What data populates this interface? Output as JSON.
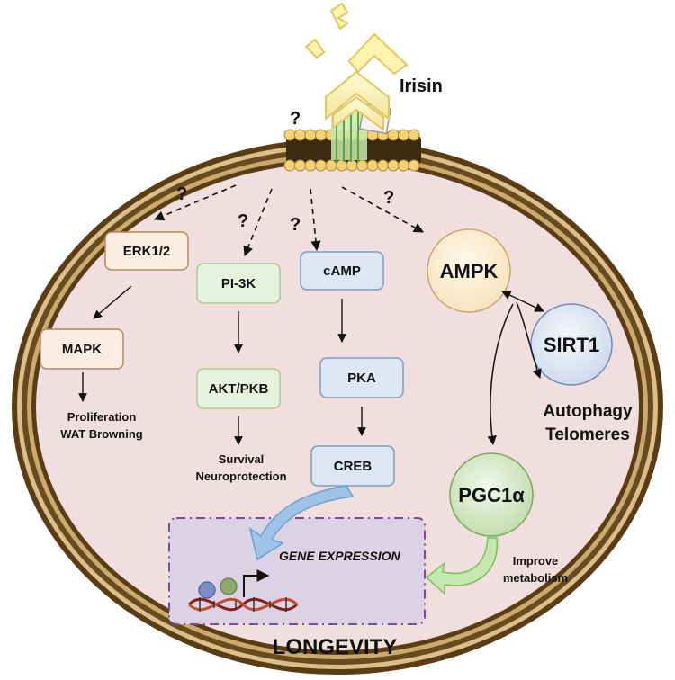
{
  "ligand": {
    "name": "Irisin"
  },
  "questions": [
    "?",
    "?",
    "?",
    "?",
    "?"
  ],
  "pathways": {
    "erk": {
      "top": "ERK1/2",
      "middle": "MAPK",
      "outcome_line1": "Proliferation",
      "outcome_line2": "WAT Browning"
    },
    "pi3k": {
      "top": "PI-3K",
      "middle": "AKT/PKB",
      "outcome_line1": "Survival",
      "outcome_line2": "Neuroprotection"
    },
    "camp": {
      "top": "cAMP",
      "middle": "PKA",
      "bottom": "CREB"
    },
    "ampk": {
      "node": "AMPK",
      "partner": "SIRT1",
      "outcome_line1": "Autophagy",
      "outcome_line2": "Telomeres",
      "downstream": "PGC1α",
      "effect_line1": "Improve",
      "effect_line2": "metabolism"
    }
  },
  "nucleus": {
    "label": "GENE EXPRESSION"
  },
  "cell_outcome": "LONGEVITY",
  "colors": {
    "membrane_outer": "#6b4a1f",
    "membrane_inner": "#c8a86a",
    "cytoplasm": "#f1dede",
    "erk_box_fill": "#fbeee0",
    "erk_box_stroke": "#b48a5e",
    "pi3k_box_fill": "#e7f2dc",
    "pi3k_box_stroke": "#a9c98e",
    "camp_box_fill": "#dde6f3",
    "camp_box_stroke": "#7f9bc4",
    "ampk_fill": "#fcefd8",
    "sirt1_fill": "#e4ecf7",
    "pgc1a_fill": "#dcecd0",
    "nucleus_fill": "#dcd2e6",
    "nucleus_stroke": "#7b4a8f",
    "irisin_fill": "#fff7c2",
    "irisin_stroke": "#e0c96a"
  }
}
